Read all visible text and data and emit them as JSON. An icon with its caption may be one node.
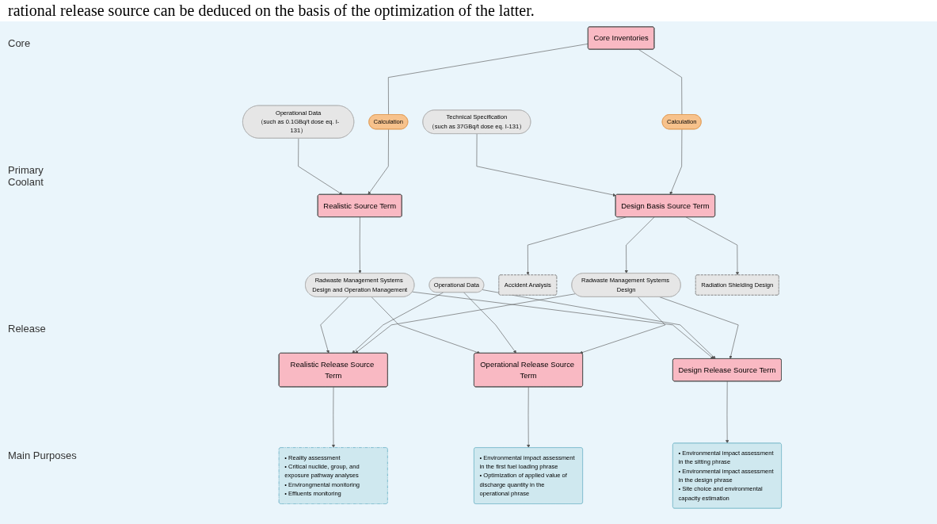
{
  "diagram": {
    "nodes": [
      {
        "text": [
          "Core Inventories"
        ]
      },
      {
        "text": [
          "Operational Data",
          "（such as 0.1GBq/t dose eq. I-131）"
        ]
      },
      {
        "text": [
          "Technical Specification",
          "（such as 37GBq/t dose eq. I-131）"
        ]
      },
      {
        "text": [
          "Calculation"
        ]
      },
      {
        "text": [
          "Calculation"
        ]
      },
      {
        "text": [
          "Realistic Source Term"
        ]
      },
      {
        "text": [
          "Design Basis Source Term"
        ]
      },
      {
        "text": [
          "Radwaste Management Systems Design and Operation Management"
        ]
      },
      {
        "text": [
          "Operational Data"
        ]
      },
      {
        "text": [
          "Accident Analysis"
        ]
      },
      {
        "text": [
          "Radwaste Management Systems Design"
        ]
      },
      {
        "text": [
          "Radiation Shielding Design"
        ]
      },
      {
        "text": [
          "Realistic Release Source Term"
        ]
      },
      {
        "text": [
          "Operational Release Source Term"
        ]
      },
      {
        "text": [
          "Design Release Source Term"
        ]
      },
      {
        "text": [
          "• Reality assessment",
          "• Critical nuclide, group, and exposure pathway analyses",
          "• Environgmental monitoring",
          "• Effluents monitoring"
        ]
      },
      {
        "text": [
          "• Environmental impact assessment in the first fuel loading phrase",
          "• Optimization of applied value of discharge quantity in the operational phrase"
        ]
      },
      {
        "text": [
          "• Environmental impact assessment in the sitting phrase",
          "• Environmental impact assessment in the design phrase",
          "• Site choice and environmental capacity estimation"
        ]
      }
    ],
    "edges": [
      {
        "from": 0,
        "to": 3,
        "arrow": "none"
      },
      {
        "from": 0,
        "to": 4,
        "arrow": "none"
      },
      {
        "from": 1,
        "to": 5,
        "arrow": "to"
      },
      {
        "from": 3,
        "to": 5,
        "arrow": "to"
      },
      {
        "from": 2,
        "to": 6,
        "arrow": "to"
      },
      {
        "from": 4,
        "to": 6,
        "arrow": "to"
      },
      {
        "from": 5,
        "to": 7,
        "arrow": "to"
      },
      {
        "from": 6,
        "to": 9,
        "arrow": "to"
      },
      {
        "from": 6,
        "to": 10,
        "arrow": "to"
      },
      {
        "from": 6,
        "to": 11,
        "arrow": "to"
      },
      {
        "from": 7,
        "to": 12,
        "arrow": "to"
      },
      {
        "from": 7,
        "to": 13,
        "arrow": "to"
      },
      {
        "from": 7,
        "to": 14,
        "arrow": "to"
      },
      {
        "from": 8,
        "to": 12,
        "arrow": "to"
      },
      {
        "from": 8,
        "to": 13,
        "arrow": "to"
      },
      {
        "from": 8,
        "to": 14,
        "arrow": "to"
      },
      {
        "from": 10,
        "to": 12,
        "arrow": "to"
      },
      {
        "from": 10,
        "to": 13,
        "arrow": "to"
      },
      {
        "from": 10,
        "to": 14,
        "arrow": "to"
      },
      {
        "from": 12,
        "to": 15,
        "arrow": "to"
      },
      {
        "from": 13,
        "to": 16,
        "arrow": "to"
      },
      {
        "from": 14,
        "to": 17,
        "arrow": "to"
      }
    ],
    "labels": [
      "rational release source can be deduced on the basis of the optimization of the latter.",
      "Core",
      "Primary Coolant",
      "Release",
      "Main Purposes"
    ]
  }
}
